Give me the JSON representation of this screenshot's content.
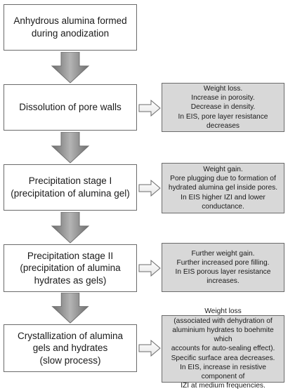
{
  "stages": [
    {
      "id": "anhydrous",
      "label": "Anhydrous alumina formed\nduring anodization"
    },
    {
      "id": "dissolution",
      "label": "Dissolution of pore walls"
    },
    {
      "id": "precip1",
      "label": "Precipitation stage I\n(precipitation of alumina gel)"
    },
    {
      "id": "precip2",
      "label": "Precipitation stage II\n(precipitation of alumina\nhydrates as gels)"
    },
    {
      "id": "crystallization",
      "label": "Crystallization of alumina\ngels and hydrates\n(slow process)"
    }
  ],
  "notes": [
    {
      "id": "dissolution",
      "text": "Weight loss.\nIncrease in porosity.\nDecrease in density.\nIn EIS, pore layer resistance decreases"
    },
    {
      "id": "precip1",
      "text": "Weight gain.\nPore plugging due to formation of\nhydrated alumina gel inside pores.\nIn EIS higher IZI and lower\nconductance."
    },
    {
      "id": "precip2",
      "text": "Further weight gain.\nFurther increased pore filling.\nIn EIS porous layer resistance\nincreases."
    },
    {
      "id": "crystallization",
      "text": "Weight loss\n(associated with dehydration of\naluminium hydrates  to boehmite which\naccounts for auto-sealing effect).\nSpecific surface area decreases.\nIn EIS, increase in resistive component of\nIZI at medium frequencies."
    }
  ],
  "colors": {
    "arrow_fill": "#9a9a9a",
    "arrow_stroke": "#707070",
    "note_fill": "#d8d8d8",
    "border": "#6b6b6b"
  }
}
